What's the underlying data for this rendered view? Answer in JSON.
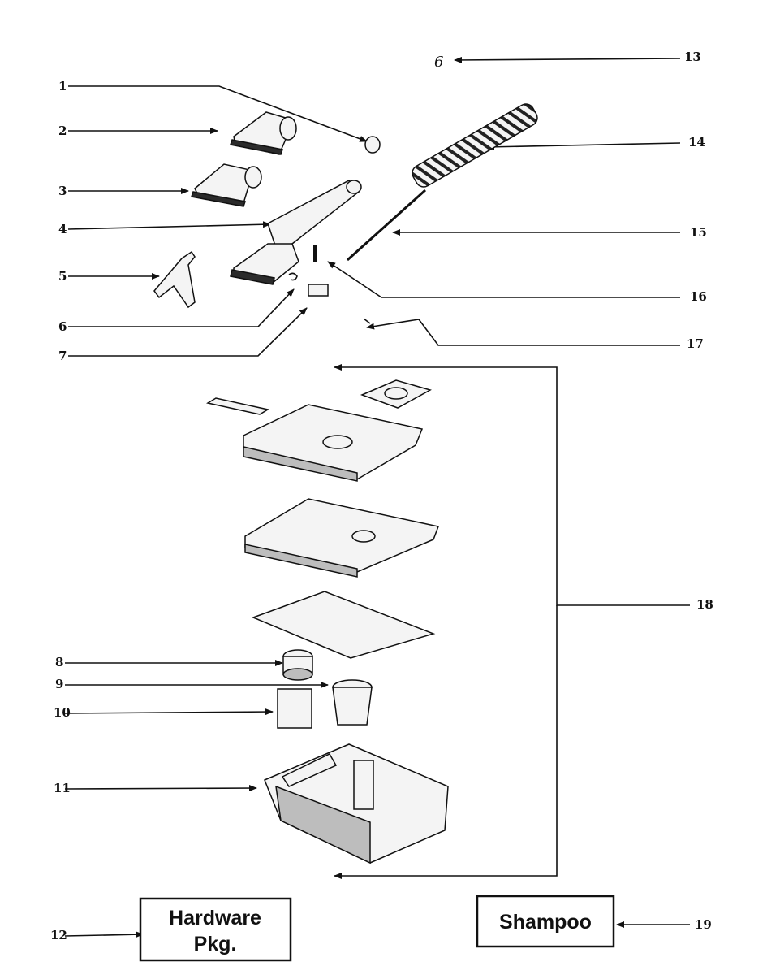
{
  "header_ref": "6",
  "callouts": {
    "c1": "1",
    "c2": "2",
    "c3": "3",
    "c4": "4",
    "c5": "5",
    "c6": "6",
    "c7": "7",
    "c8": "8",
    "c9": "9",
    "c10": "10",
    "c11": "11",
    "c12": "12",
    "c13": "13",
    "c14": "14",
    "c15": "15",
    "c16": "16",
    "c17": "17",
    "c18": "18",
    "c19": "19"
  },
  "boxes": {
    "hardware_line1": "Hardware",
    "hardware_line2": "Pkg.",
    "shampoo": "Shampoo"
  }
}
